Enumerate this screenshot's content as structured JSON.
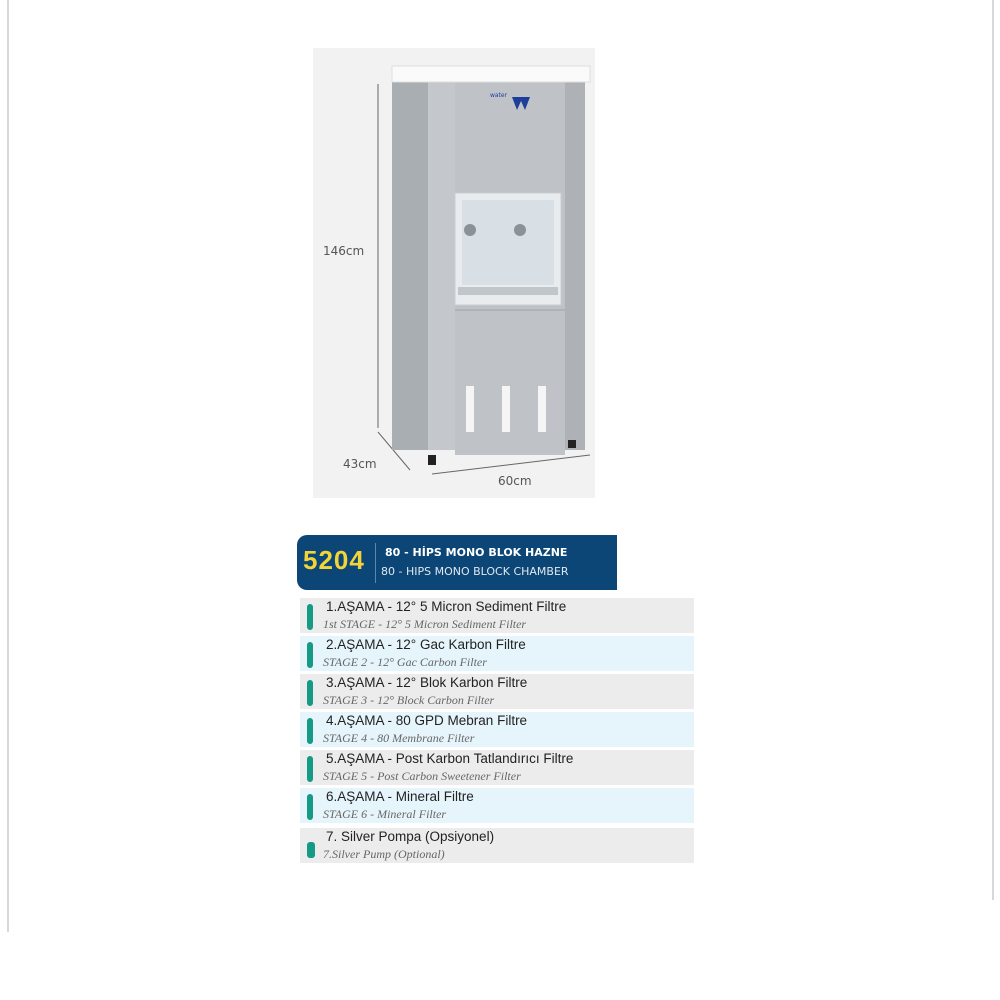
{
  "product": {
    "logo_text": "water",
    "dimensions": {
      "height": "146cm",
      "depth": "43cm",
      "width": "60cm"
    }
  },
  "banner": {
    "code": "5204",
    "title_tr": "80 - HİPS MONO BLOK HAZNE",
    "title_en": "80 - HIPS MONO BLOCK CHAMBER",
    "color": "#0b4676"
  },
  "stages": [
    {
      "tr": "1.AŞAMA - 12° 5 Micron Sediment Filtre",
      "en": "1st STAGE - 12° 5 Micron Sediment Filter"
    },
    {
      "tr": "2.AŞAMA - 12° Gac Karbon Filtre",
      "en": "STAGE 2 - 12° Gac Carbon Filter"
    },
    {
      "tr": "3.AŞAMA - 12° Blok Karbon Filtre",
      "en": "STAGE 3 - 12° Block Carbon Filter"
    },
    {
      "tr": "4.AŞAMA - 80 GPD Mebran Filtre",
      "en": "STAGE 4 - 80 Membrane Filter"
    },
    {
      "tr": "5.AŞAMA - Post Karbon Tatlandırıcı Filtre",
      "en": "STAGE 5 - Post Carbon Sweetener Filter"
    },
    {
      "tr": "6.AŞAMA - Mineral Filtre",
      "en": "STAGE 6 - Mineral Filter"
    },
    {
      "tr": "7. Silver Pompa (Opsiyonel)",
      "en": "7.Silver Pump (Optional)"
    }
  ]
}
